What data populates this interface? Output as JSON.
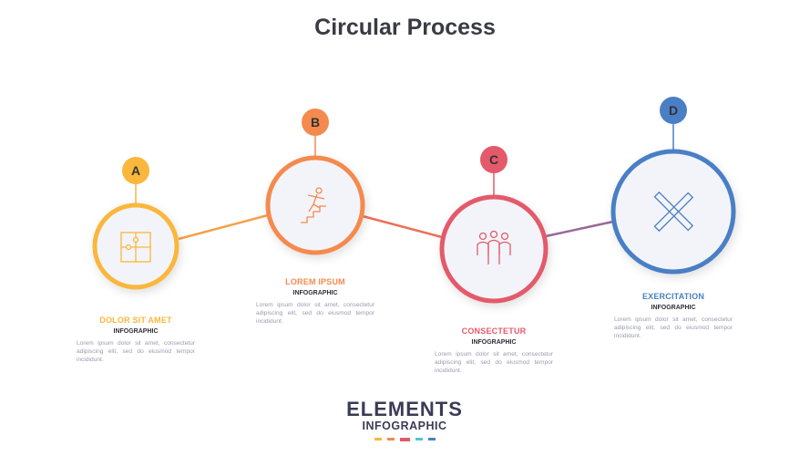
{
  "title": "Circular Process",
  "colors": {
    "a": "#f9b73c",
    "b": "#f58a4e",
    "c": "#e45a6b",
    "d": "#4a7fc5"
  },
  "steps": [
    {
      "letter": "A",
      "label": "DOLOR SIT AMET",
      "sub": "INFOGRAPHIC",
      "desc": "Lorem ipsum dolor sit amet, consectetur adipiscing elit, sed do eiusmod tempor incididunt.",
      "icon": "puzzle-icon"
    },
    {
      "letter": "B",
      "label": "LOREM IPSUM",
      "sub": "INFOGRAPHIC",
      "desc": "Lorem ipsum dolor sit amet, consectetur adipiscing elit, sed do eiusmod tempor incididunt.",
      "icon": "stairs-climber-icon"
    },
    {
      "letter": "C",
      "label": "CONSECTETUR",
      "sub": "INFOGRAPHIC",
      "desc": "Lorem ipsum dolor sit amet, consectetur adipiscing elit, sed do eiusmod tempor incididunt.",
      "icon": "team-icon"
    },
    {
      "letter": "D",
      "label": "EXERCITATION",
      "sub": "INFOGRAPHIC",
      "desc": "Lorem ipsum dolor sit amet, consectetur adipiscing elit, sed do eiusmod tempor incididunt.",
      "icon": "pencil-ruler-icon"
    }
  ],
  "logo": {
    "line1": "ELEMENTS",
    "line2": "INFOGRAPHIC"
  }
}
